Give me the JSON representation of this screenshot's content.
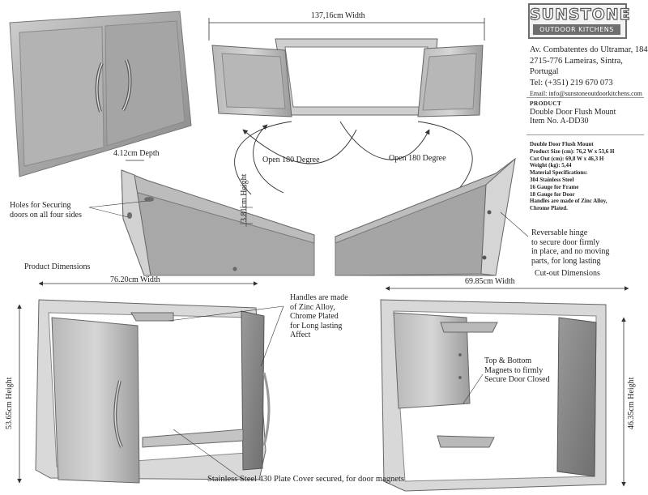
{
  "brand": {
    "logo_text": "SUNSTONE",
    "logo_sub": "OUTDOOR KITCHENS",
    "address_1": "Av. Combatentes do Ultramar, 184",
    "address_2": "2715-776 Lameiras, Sintra, Portugal",
    "phone": "Tel: (+351) 219 670 073",
    "email": "Email: info@sunstoneoutdoorkitchens.com"
  },
  "product": {
    "heading": "PRODUCT",
    "name": "Double Door Flush Mount",
    "item": "Item No. A-DD30"
  },
  "specs": {
    "title": "Double Door Flush Mount",
    "size": "Product Size (cm): 76,2 W x 53,6 H",
    "cutout": "Cut Out (cm): 69,8 W x 46,3 H",
    "weight": "Weight (kg): 5,44",
    "materials_heading": "Material Specifications:",
    "m1": "304 Stainless Steel",
    "m2": "16 Gauge for Frame",
    "m3": "18 Gauge for Door",
    "m4": "Handles are made of Zinc Alloy,",
    "m5": "Chrome Plated."
  },
  "labels": {
    "top_width": "137,16cm  Width",
    "open_left": "Open 180 Degree",
    "open_right": "Open 180 Degree",
    "depth": "4.12cm  Depth",
    "height_small": "3.81cm Height",
    "holes_1": "Holes for Securing",
    "holes_2": "doors on all four sides",
    "hinge_1": "Reversable hinge",
    "hinge_2": "to secure door firmly",
    "hinge_3": "in place, and no moving",
    "hinge_4": "parts, for long lasting",
    "product_dims": "Product Dimensions",
    "cutout_dims": "Cut-out Dimensions",
    "prod_width": "76.20cm  Width",
    "prod_height": "53.65cm  Height",
    "cut_width": "69.85cm  Width",
    "cut_height": "46.35cm  Height",
    "handles_1": "Handles are made",
    "handles_2": "of Zinc Alloy,",
    "handles_3": "Chrome Plated",
    "handles_4": "for Long lasting",
    "handles_5": "Affect",
    "magnets_1": "Top & Bottom",
    "magnets_2": "Magnets to firmly",
    "magnets_3": "Secure Door Closed",
    "plate": "Stainless Steel 430 Plate Cover secured, for door magnets"
  }
}
